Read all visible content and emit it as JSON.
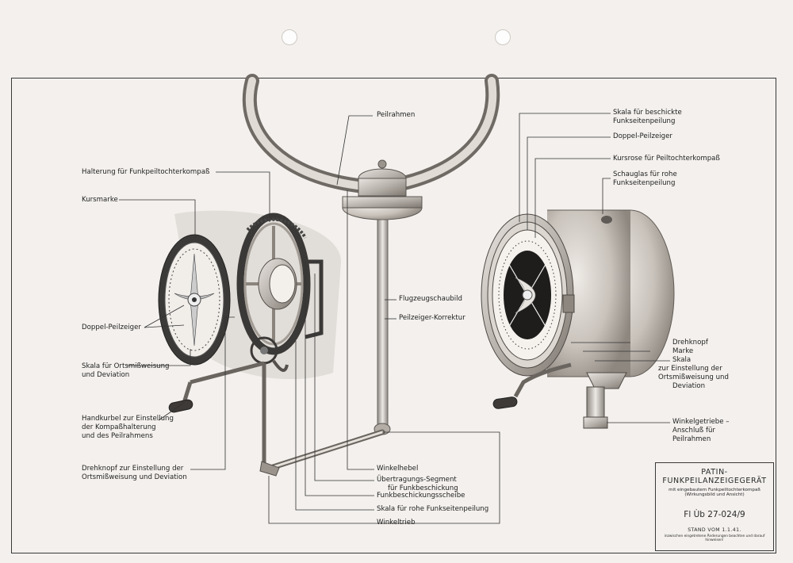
{
  "labels": {
    "peilrahmen": "Peilrahmen",
    "halterung": "Halterung für Funkpeiltochterkompaß",
    "kursmarke": "Kursmarke",
    "doppel_peilzeiger_left": "Doppel-Peilzeiger",
    "skala_ortsmiss_1": "Skala für Ortsmißweisung",
    "skala_ortsmiss_2": "und Deviation",
    "handkurbel_1": "Handkurbel zur Einstellung",
    "handkurbel_2": "der Kompaßhalterung",
    "handkurbel_3": "und des Peilrahmens",
    "drehknopf_left_1": "Drehknopf zur Einstellung der",
    "drehknopf_left_2": "Ortsmißweisung und Deviation",
    "flugzeugschaubild": "Flugzeugschaubild",
    "peilzeiger_korrektur": "Peilzeiger-Korrektur",
    "winkelhebel": "Winkelhebel",
    "uebertragungs_1": "Übertragungs-Segment",
    "uebertragungs_2": "für Funkbeschickung",
    "funkbeschickungsscheibe": "Funkbeschickungsscheibe",
    "skala_rohe": "Skala für rohe Funkseitenpeilung",
    "winkeltrieb": "Winkeltrieb",
    "skala_beschickte_1": "Skala für beschickte",
    "skala_beschickte_2": "Funkseitenpeilung",
    "doppel_peilzeiger_right": "Doppel-Peilzeiger",
    "kursrose": "Kursrose für Peiltochterkompaß",
    "schauglas_1": "Schauglas für rohe",
    "schauglas_2": "Funkseitenpeilung",
    "drehknopf_right": "Drehknopf",
    "marke": "Marke",
    "skala_right_1": "Skala",
    "skala_right_2": "zur Einstellung der",
    "skala_right_3": "Ortsmißweisung und",
    "skala_right_4": "Deviation",
    "winkelgetriebe_1": "Winkelgetriebe –",
    "winkelgetriebe_2": "Anschluß für",
    "winkelgetriebe_3": "Peilrahmen"
  },
  "title_block": {
    "line1": "PATIN-",
    "line2": "FUNKPEILANZEIGEGERÄT",
    "line3": "mit eingebautem Funkpeiltochterkompaß",
    "line4": "(Wirkungsbild und Ansicht)",
    "code": "Fl Ùb 27-024/9",
    "stand": "STAND VOM 1.1.41.",
    "note": "inzwischen eingetretene Änderungen beachten und darauf hinweisen!"
  }
}
